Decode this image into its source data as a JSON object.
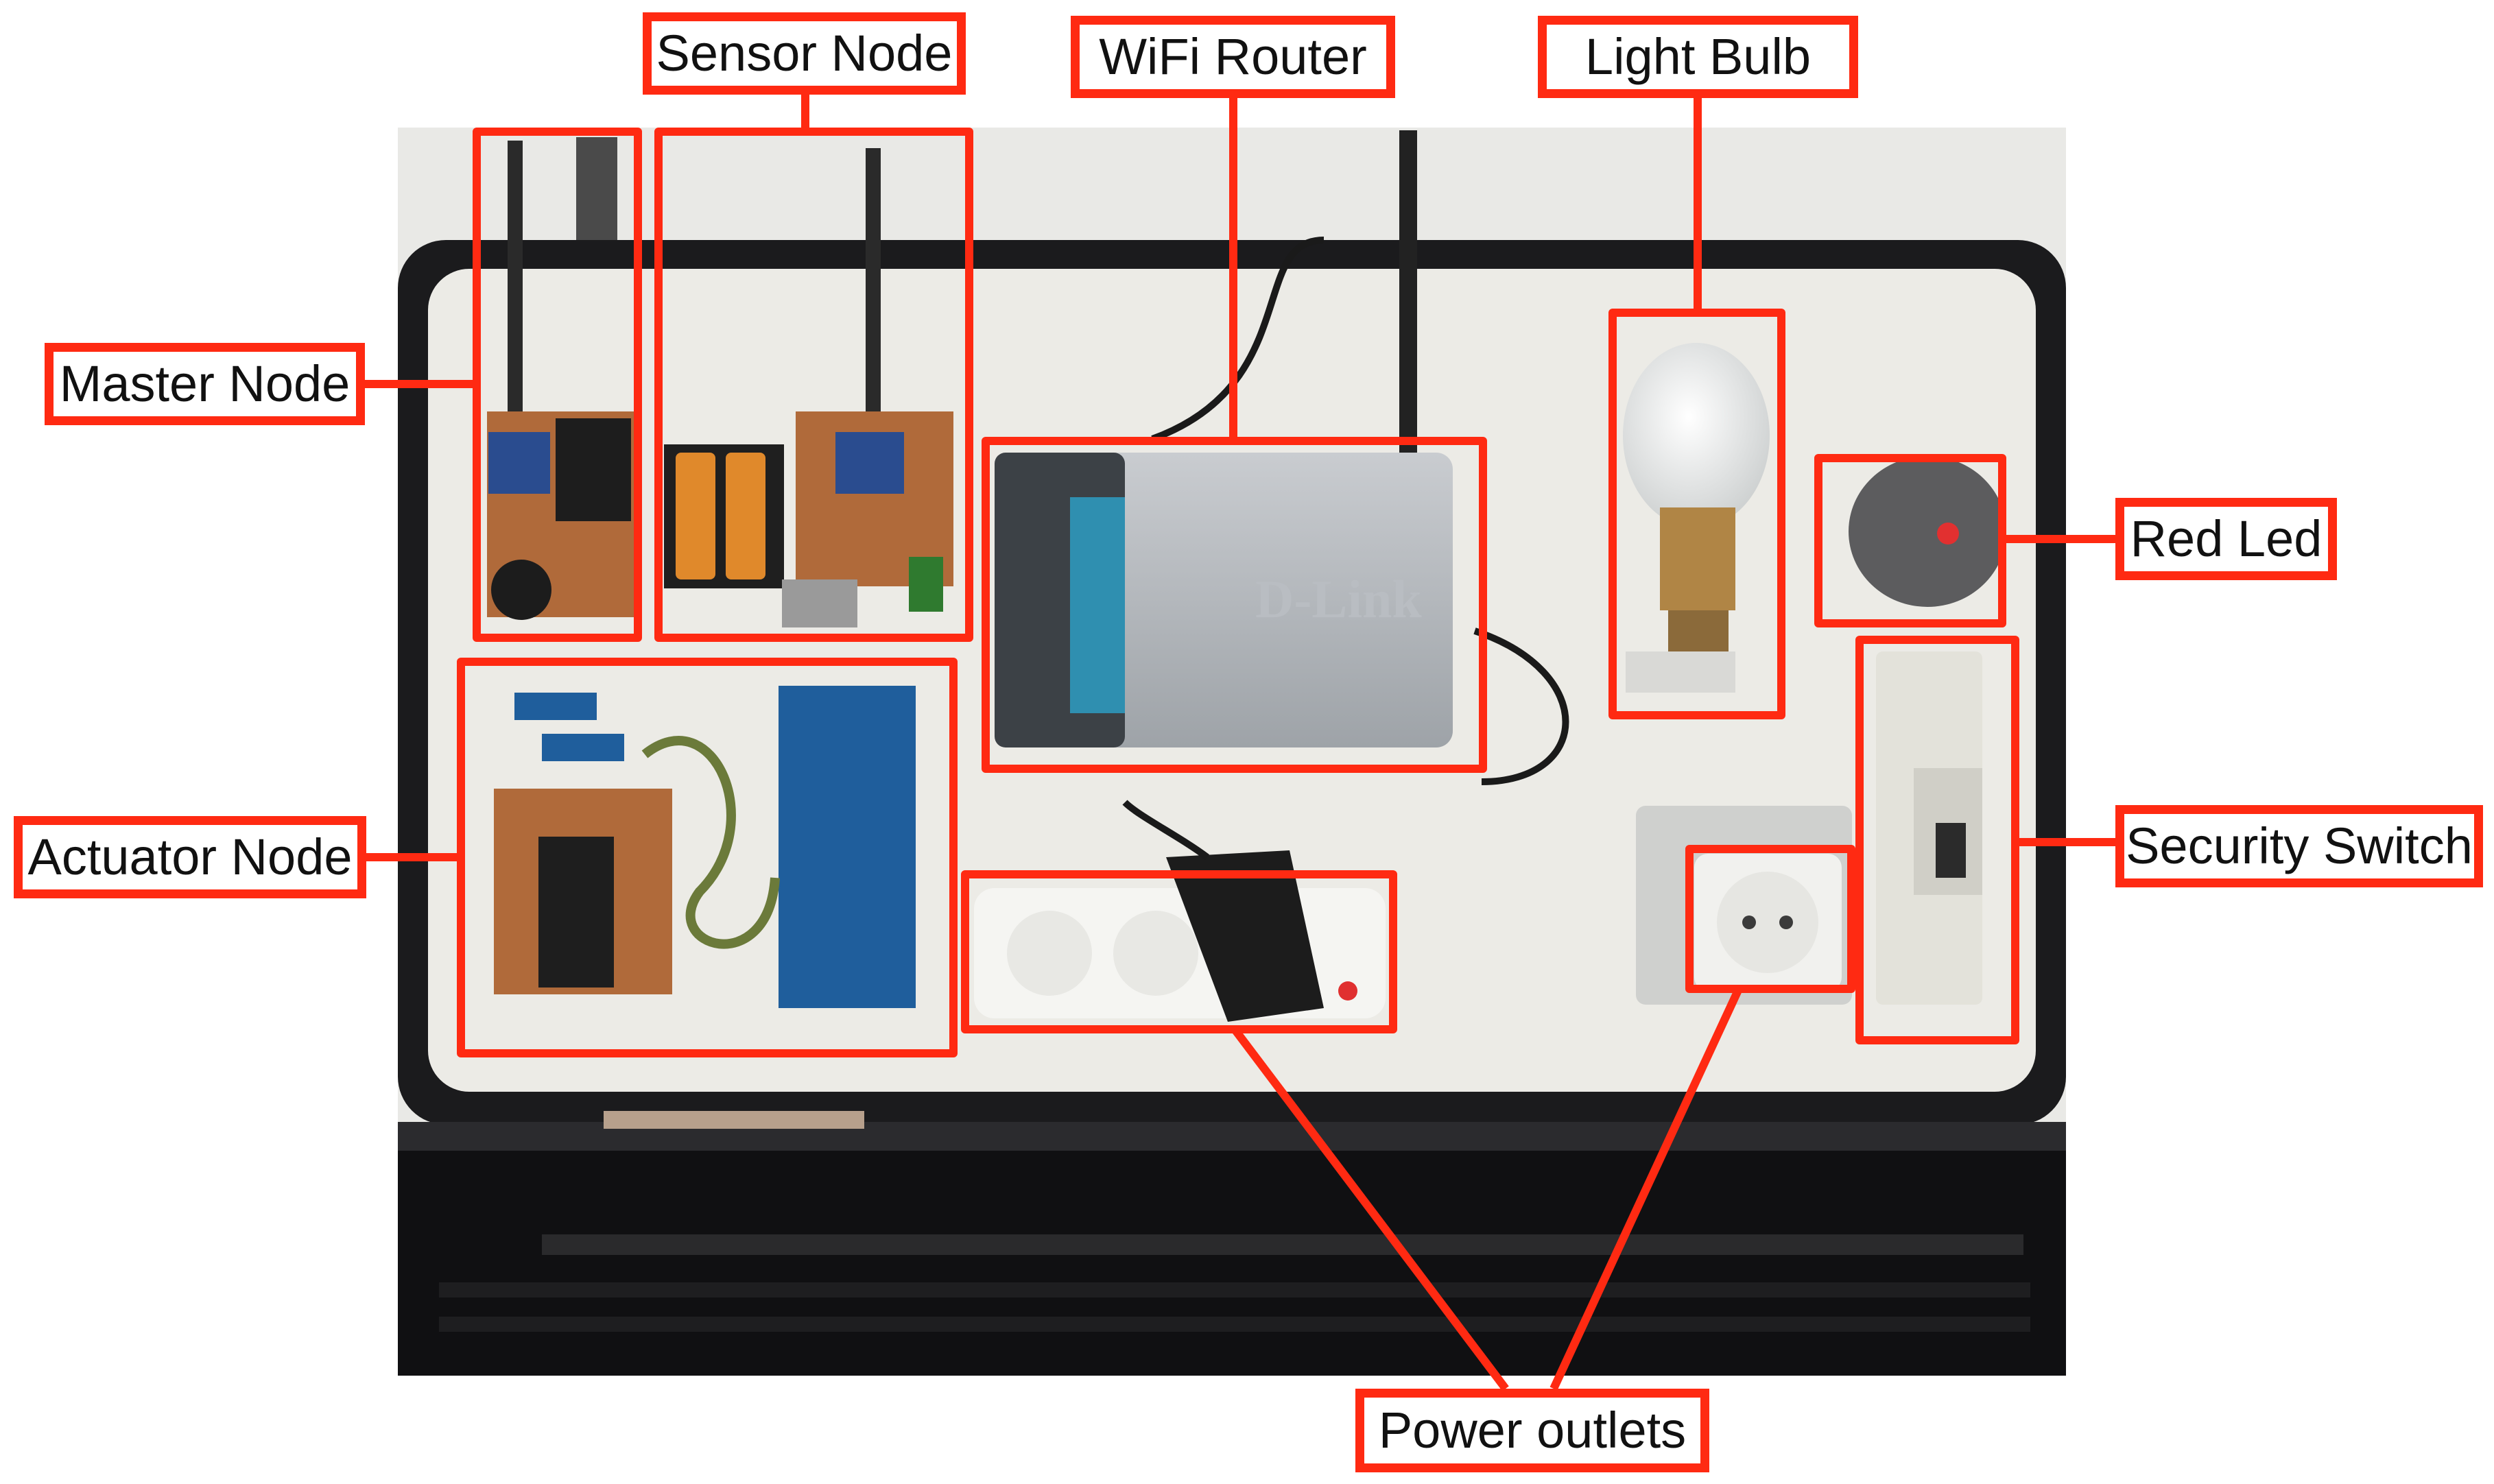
{
  "labels": {
    "sensor_node": "Sensor Node",
    "wifi_router": "WiFi Router",
    "light_bulb": "Light Bulb",
    "master_node": "Master Node",
    "red_led": "Red Led",
    "actuator_node": "Actuator Node",
    "security_switch": "Security Switch",
    "power_outlets": "Power outlets"
  },
  "router_brand": "D-Link",
  "colors": {
    "callout": "#ff2a12",
    "board": "#ecebe6",
    "case_frame": "#1b1b1d",
    "wall": "#e9e9e6"
  }
}
